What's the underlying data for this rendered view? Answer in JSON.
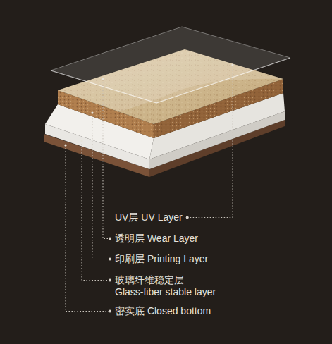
{
  "diagram": {
    "labels": [
      "UV层 UV Layer",
      "透明层 Wear Layer",
      "印刷层 Printing Layer",
      "玻璃纤维稳定层 Glass-fiber stable layer",
      "密实底 Closed bottom"
    ]
  }
}
